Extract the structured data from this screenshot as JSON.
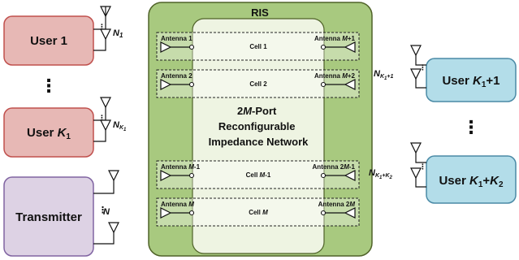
{
  "colors": {
    "user_fill": "#e7b8b5",
    "user_stroke": "#c0504d",
    "rx_fill": "#b3dde9",
    "rx_stroke": "#4a8aa6",
    "tx_fill": "#ddd2e4",
    "tx_stroke": "#8064a2",
    "ris_fill": "#a8c97f",
    "ris_stroke": "#4f6228",
    "network_fill": "#eef4e2",
    "cell_fill": "#ffffff"
  },
  "ris": {
    "title": "RIS"
  },
  "network": {
    "line1": "2M-Port",
    "line2": "Reconfigurable",
    "line3": "Impedance Network"
  },
  "cells": [
    {
      "label": "Cell 1",
      "left_antenna": "Antenna 1",
      "right_antenna": "Antenna M+1"
    },
    {
      "label": "Cell 2",
      "left_antenna": "Antenna 2",
      "right_antenna": "Antenna M+2"
    },
    {
      "label": "Cell M-1",
      "left_antenna": "Antenna M-1",
      "right_antenna": "Antenna 2M-1"
    },
    {
      "label": "Cell M",
      "left_antenna": "Antenna M",
      "right_antenna": "Antenna 2M"
    }
  ],
  "left_nodes": [
    {
      "label": "User 1",
      "antenna_label": "N1"
    },
    {
      "label": "User K1",
      "antenna_label": "NK1"
    },
    {
      "label": "Transmitter",
      "antenna_label": "N"
    }
  ],
  "right_nodes": [
    {
      "label": "User K1+1",
      "antenna_label": "NK1+1"
    },
    {
      "label": "User K1+K2",
      "antenna_label": "NK1+K2"
    }
  ],
  "icons": {
    "antenna": "antenna-icon",
    "ellipsis": "vertical-ellipsis-icon"
  }
}
